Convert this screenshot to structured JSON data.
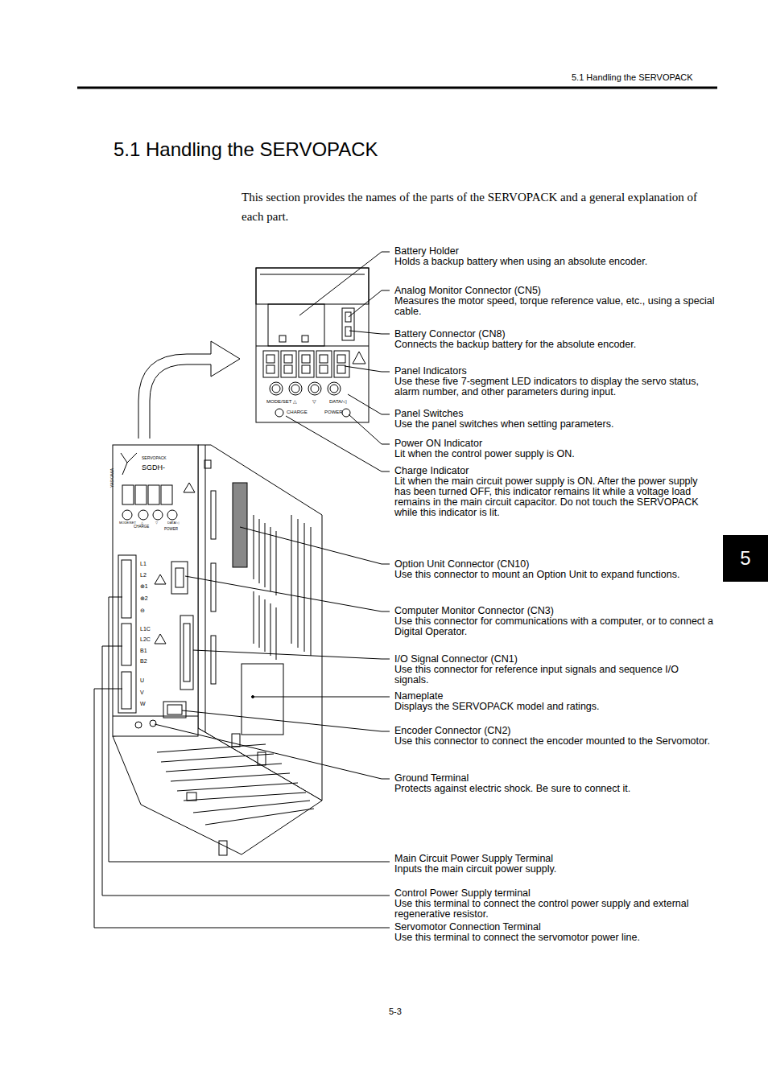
{
  "diagram": {
    "title": "5.1 Handling the SERVOPACK",
    "nodes": [
      {
        "text": [
          "5"
        ]
      }
    ],
    "labels": [
      "5.1 Handling the SERVOPACK",
      "This section provides the names of the parts of the SERVOPACK and a general explanation of each part.",
      "Battery Holder",
      "Holds a backup battery when using an absolute encoder.",
      "Analog Monitor Connector (CN5)",
      "Measures the motor speed, torque reference value, etc., using a special cable.",
      "Battery Connector (CN8)",
      "Connects the backup battery for the absolute encoder.",
      "Panel Indicators",
      "Use these five 7-segment LED indicators to display the servo status, alarm number, and other parameters during input.",
      "Panel Switches",
      "Use the panel switches when setting parameters.",
      "Power ON Indicator",
      "Lit when the control power supply is ON.",
      "Charge Indicator",
      "Lit when the main circuit power supply is ON. After the power supply has been turned OFF, this indicator remains lit while a voltage load remains in the main circuit capacitor. Do not touch the SERVOPACK while this indicator is lit.",
      "Option Unit Connector (CN10)",
      "Use this connector to mount an Option Unit to expand functions.",
      "Computer Monitor Connector (CN3)",
      "Use this connector for communications with a computer, or to connect a Digital Operator.",
      "I/O Signal Connector (CN1)",
      "Use this connector for reference input signals and sequence I/O signals.",
      "Nameplate",
      "Displays the SERVOPACK model and ratings.",
      "Encoder Connector (CN2)",
      "Use this connector to connect the encoder mounted to the Servomotor.",
      "Ground Terminal",
      "Protects against electric shock. Be sure to connect it.",
      "Main Circuit Power Supply Terminal",
      "Inputs the main circuit power supply.",
      "Control Power Supply terminal",
      "Use this terminal to connect the control power supply and external regenerative resistor.",
      "Servomotor Connection Terminal",
      "Use this terminal to connect the servomotor power line.",
      "MODE/SET",
      "△",
      "▽",
      "DATA/◁",
      "CHARGE",
      "POWER",
      "SERVOPACK",
      "SGDH-",
      "YASKAWA",
      "MODE/SET",
      "△",
      "▽",
      "DATA/◁",
      "CHARGE",
      "POWER",
      "L1",
      "L2",
      "⊕1",
      "⊕2",
      "⊖",
      "L1C",
      "L2C",
      "B1",
      "B2",
      "U",
      "V",
      "W",
      "5-3"
    ]
  }
}
